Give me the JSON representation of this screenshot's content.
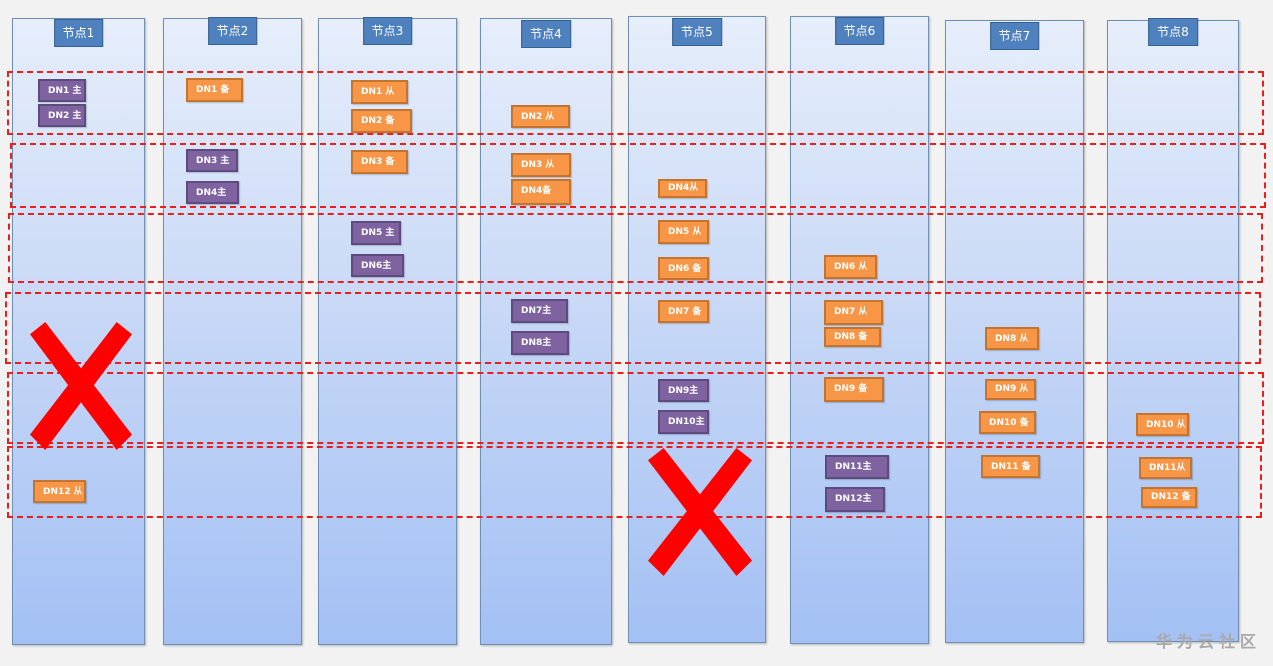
{
  "nodes": [
    {
      "label": "节点1"
    },
    {
      "label": "节点2"
    },
    {
      "label": "节点3"
    },
    {
      "label": "节点4"
    },
    {
      "label": "节点5"
    },
    {
      "label": "节点6"
    },
    {
      "label": "节点7"
    },
    {
      "label": "节点8"
    }
  ],
  "data_nodes": [
    {
      "label": "DN1 主",
      "role": "primary",
      "node": 1
    },
    {
      "label": "DN2 主",
      "role": "primary",
      "node": 1
    },
    {
      "label": "DN12 从",
      "role": "standby",
      "node": 1
    },
    {
      "label": "DN1 备",
      "role": "secondary",
      "node": 2
    },
    {
      "label": "DN3 主",
      "role": "primary",
      "node": 2
    },
    {
      "label": "DN4主",
      "role": "primary",
      "node": 2
    },
    {
      "label": "DN1 从",
      "role": "standby",
      "node": 3
    },
    {
      "label": "DN2 备",
      "role": "secondary",
      "node": 3
    },
    {
      "label": "DN3 备",
      "role": "secondary",
      "node": 3
    },
    {
      "label": "DN5 主",
      "role": "primary",
      "node": 3
    },
    {
      "label": "DN6主",
      "role": "primary",
      "node": 3
    },
    {
      "label": "DN2 从",
      "role": "standby",
      "node": 4
    },
    {
      "label": "DN3 从",
      "role": "standby",
      "node": 4
    },
    {
      "label": "DN4备",
      "role": "secondary",
      "node": 4
    },
    {
      "label": "DN7主",
      "role": "primary",
      "node": 4
    },
    {
      "label": "DN8主",
      "role": "primary",
      "node": 4
    },
    {
      "label": "DN4从",
      "role": "standby",
      "node": 5
    },
    {
      "label": "DN5 从",
      "role": "standby",
      "node": 5
    },
    {
      "label": "DN6 备",
      "role": "secondary",
      "node": 5
    },
    {
      "label": "DN7 备",
      "role": "secondary",
      "node": 5
    },
    {
      "label": "DN9主",
      "role": "primary",
      "node": 5
    },
    {
      "label": "DN10主",
      "role": "primary",
      "node": 5
    },
    {
      "label": "DN6 从",
      "role": "standby",
      "node": 6
    },
    {
      "label": "DN7 从",
      "role": "standby",
      "node": 6
    },
    {
      "label": "DN8 备",
      "role": "secondary",
      "node": 6
    },
    {
      "label": "DN9 备",
      "role": "secondary",
      "node": 6
    },
    {
      "label": "DN11主",
      "role": "primary",
      "node": 6
    },
    {
      "label": "DN12主",
      "role": "primary",
      "node": 6
    },
    {
      "label": "DN8 从",
      "role": "standby",
      "node": 7
    },
    {
      "label": "DN9 从",
      "role": "standby",
      "node": 7
    },
    {
      "label": "DN10 备",
      "role": "secondary",
      "node": 7
    },
    {
      "label": "DN11 备",
      "role": "secondary",
      "node": 7
    },
    {
      "label": "DN10 从",
      "role": "standby",
      "node": 8
    },
    {
      "label": "DN11从",
      "role": "standby",
      "node": 8
    },
    {
      "label": "DN12 备",
      "role": "secondary",
      "node": 8
    }
  ],
  "failed_nodes": [
    1,
    5
  ],
  "colors": {
    "primary": "#7f63a1",
    "secondary": "#f79646",
    "header": "#4e81bd",
    "group_border": "#e8201d",
    "failure_mark": "#ff0000"
  },
  "watermark": "华为云社区"
}
